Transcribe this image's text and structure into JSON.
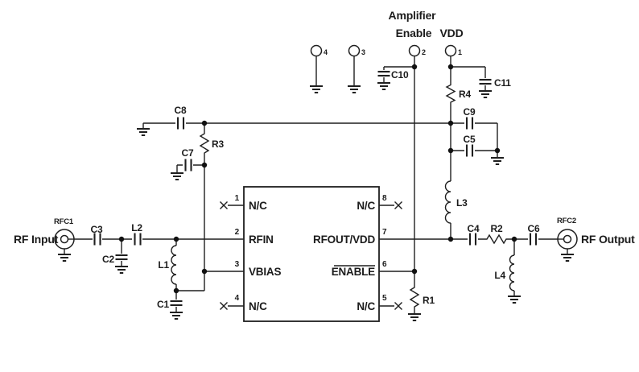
{
  "labels": {
    "amplifier_enable_line1": "Amplifier",
    "amplifier_enable_line2": "Enable",
    "vdd": "VDD",
    "rf_input": "RF Input",
    "rf_output": "RF Output",
    "rfc1": "RFC1",
    "rfc2": "RFC2"
  },
  "terminals": [
    {
      "number": "4"
    },
    {
      "number": "3"
    },
    {
      "number": "2"
    },
    {
      "number": "1"
    }
  ],
  "components": {
    "c1": "C1",
    "c2": "C2",
    "c3": "C3",
    "c4": "C4",
    "c5": "C5",
    "c6": "C6",
    "c7": "C7",
    "c8": "C8",
    "c9": "C9",
    "c10": "C10",
    "c11": "C11",
    "l1": "L1",
    "l2": "L2",
    "l3": "L3",
    "l4": "L4",
    "r1": "R1",
    "r2": "R2",
    "r3": "R3",
    "r4": "R4"
  },
  "ic": {
    "left_pins": [
      {
        "number": "1",
        "label": "N/C"
      },
      {
        "number": "2",
        "label": "RFIN"
      },
      {
        "number": "3",
        "label": "VBIAS"
      },
      {
        "number": "4",
        "label": "N/C"
      }
    ],
    "right_pins": [
      {
        "number": "8",
        "label": "N/C"
      },
      {
        "number": "7",
        "label": "RFOUT/VDD"
      },
      {
        "number": "6",
        "label": "ENABLE"
      },
      {
        "number": "5",
        "label": "N/C"
      }
    ]
  },
  "colors": {
    "ink": "#1f1f1f",
    "background": "#ffffff"
  }
}
